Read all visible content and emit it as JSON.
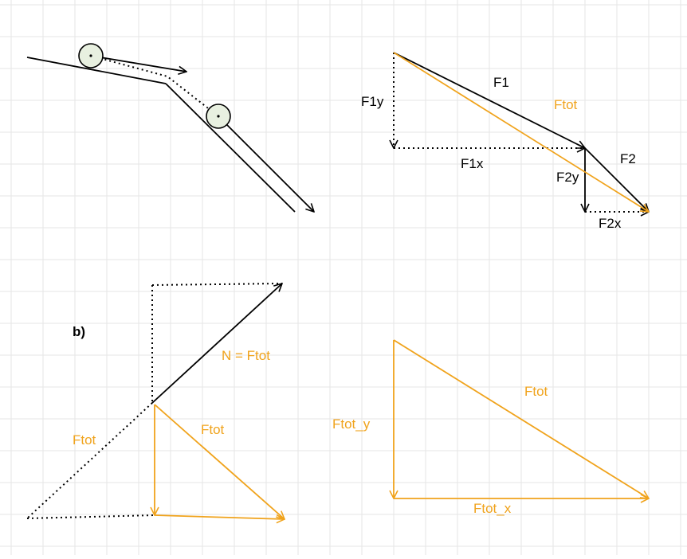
{
  "colors": {
    "black": "#000000",
    "orange": "#f0a31c",
    "ball_fill": "#e8f0e0",
    "grid": "#e6e6e6"
  },
  "labels": {
    "f1": "F1",
    "ftot_top": "Ftot",
    "f1y": "F1y",
    "f1x": "F1x",
    "f2": "F2",
    "f2y": "F2y",
    "f2x": "F2x",
    "part_b": "b)",
    "n_ftot": "N = Ftot",
    "ftot_left": "Ftot",
    "ftot_mid": "Ftot",
    "ftot_bottom_right": "Ftot",
    "ftot_y": "Ftot_y",
    "ftot_x": "Ftot_x"
  }
}
